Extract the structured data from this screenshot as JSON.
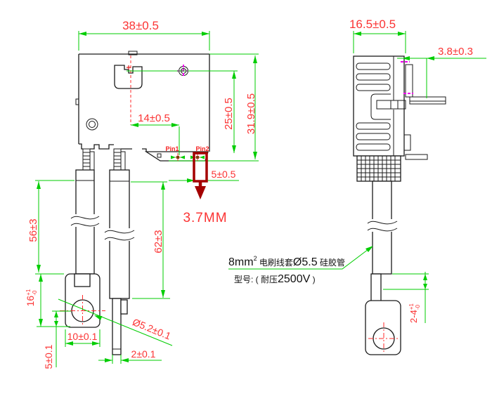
{
  "colors": {
    "dimension_line": "#00cd00",
    "dimension_text": "#fb3333",
    "outline": "#1a1a1a",
    "highlight": "#a40000",
    "centerline": "#ff2a2a",
    "magenta_mark": "#f000f0"
  },
  "front_view": {
    "dim_width": "38±0.5",
    "dim_pin_offset": "14±0.5",
    "dim_pin_height": "25±0.5",
    "dim_total_height": "31.9±0.5",
    "dim_pin_protrusion": "5±0.5",
    "pin1_label": "Pin1",
    "pin2_label": "Pin2",
    "pin_depth_note": "3.7MM",
    "dim_left_tube_length": "56±3",
    "dim_right_tube_length": "62±3",
    "dim_lug_height": {
      "main": "16",
      "sup": "+1",
      "sub": "-0"
    },
    "dim_lug_width": "10±0.1",
    "dim_hole_to_bottom": "5±0.1",
    "dim_hole_diameter": "Ø5.2±0.1",
    "dim_terminal_width": "2±0.1"
  },
  "side_view": {
    "dim_depth": "16.5±0.5",
    "dim_tab_offset": "3.8±0.3",
    "dim_wire_exposed": {
      "main": "2-4",
      "sup": "+1",
      "sub": "-0"
    },
    "wire_note_line1": {
      "part1": "8mm",
      "sup": "2",
      "part2": " 电刷线套",
      "part3": "Ø5.5",
      "part4": " 硅胶管"
    },
    "wire_note_line2": {
      "part1": "型号: ( 耐压",
      "part2": "2500V",
      "part3": " )"
    }
  }
}
